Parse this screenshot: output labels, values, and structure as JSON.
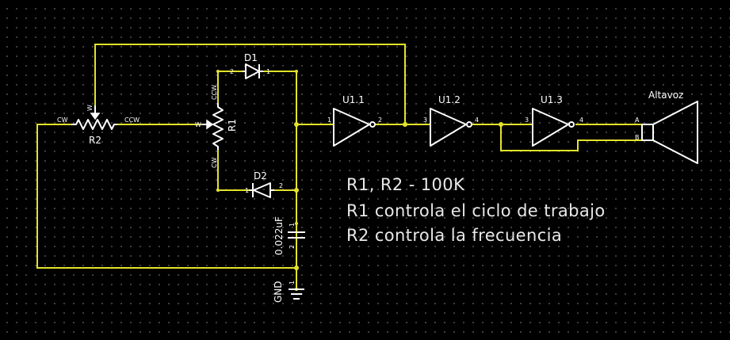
{
  "components": {
    "r2": {
      "ref": "R2",
      "pin_cw": "CW",
      "pin_ccw": "CCW",
      "pin_wiper": "W"
    },
    "r1": {
      "ref": "R1",
      "pin_cw": "CW",
      "pin_ccw": "CCW",
      "pin_wiper": "W"
    },
    "d1": {
      "ref": "D1",
      "pin1": "1",
      "pin2": "2"
    },
    "d2": {
      "ref": "D2",
      "pin1": "1",
      "pin2": "2"
    },
    "c1": {
      "value": "0.022uF",
      "pin1": "1",
      "pin2": "2"
    },
    "u1_1": {
      "ref": "U1.1",
      "pin_in": "1",
      "pin_out": "2"
    },
    "u1_2": {
      "ref": "U1.2",
      "pin_in": "3",
      "pin_out": "4"
    },
    "u1_3": {
      "ref": "U1.3",
      "pin_in": "3",
      "pin_out": "4"
    },
    "speaker": {
      "ref": "Altavoz",
      "pin_a": "A",
      "pin_b": "B"
    },
    "gnd": {
      "label": "GND",
      "pin": "1"
    }
  },
  "notes": [
    "R1, R2 - 100K",
    "R1 controla el ciclo de trabajo",
    "R2 controla la frecuencia"
  ],
  "colors": {
    "wire": "#e3e32a",
    "part": "#ffffff",
    "background": "#000000",
    "grid": "#4a4a4a"
  }
}
